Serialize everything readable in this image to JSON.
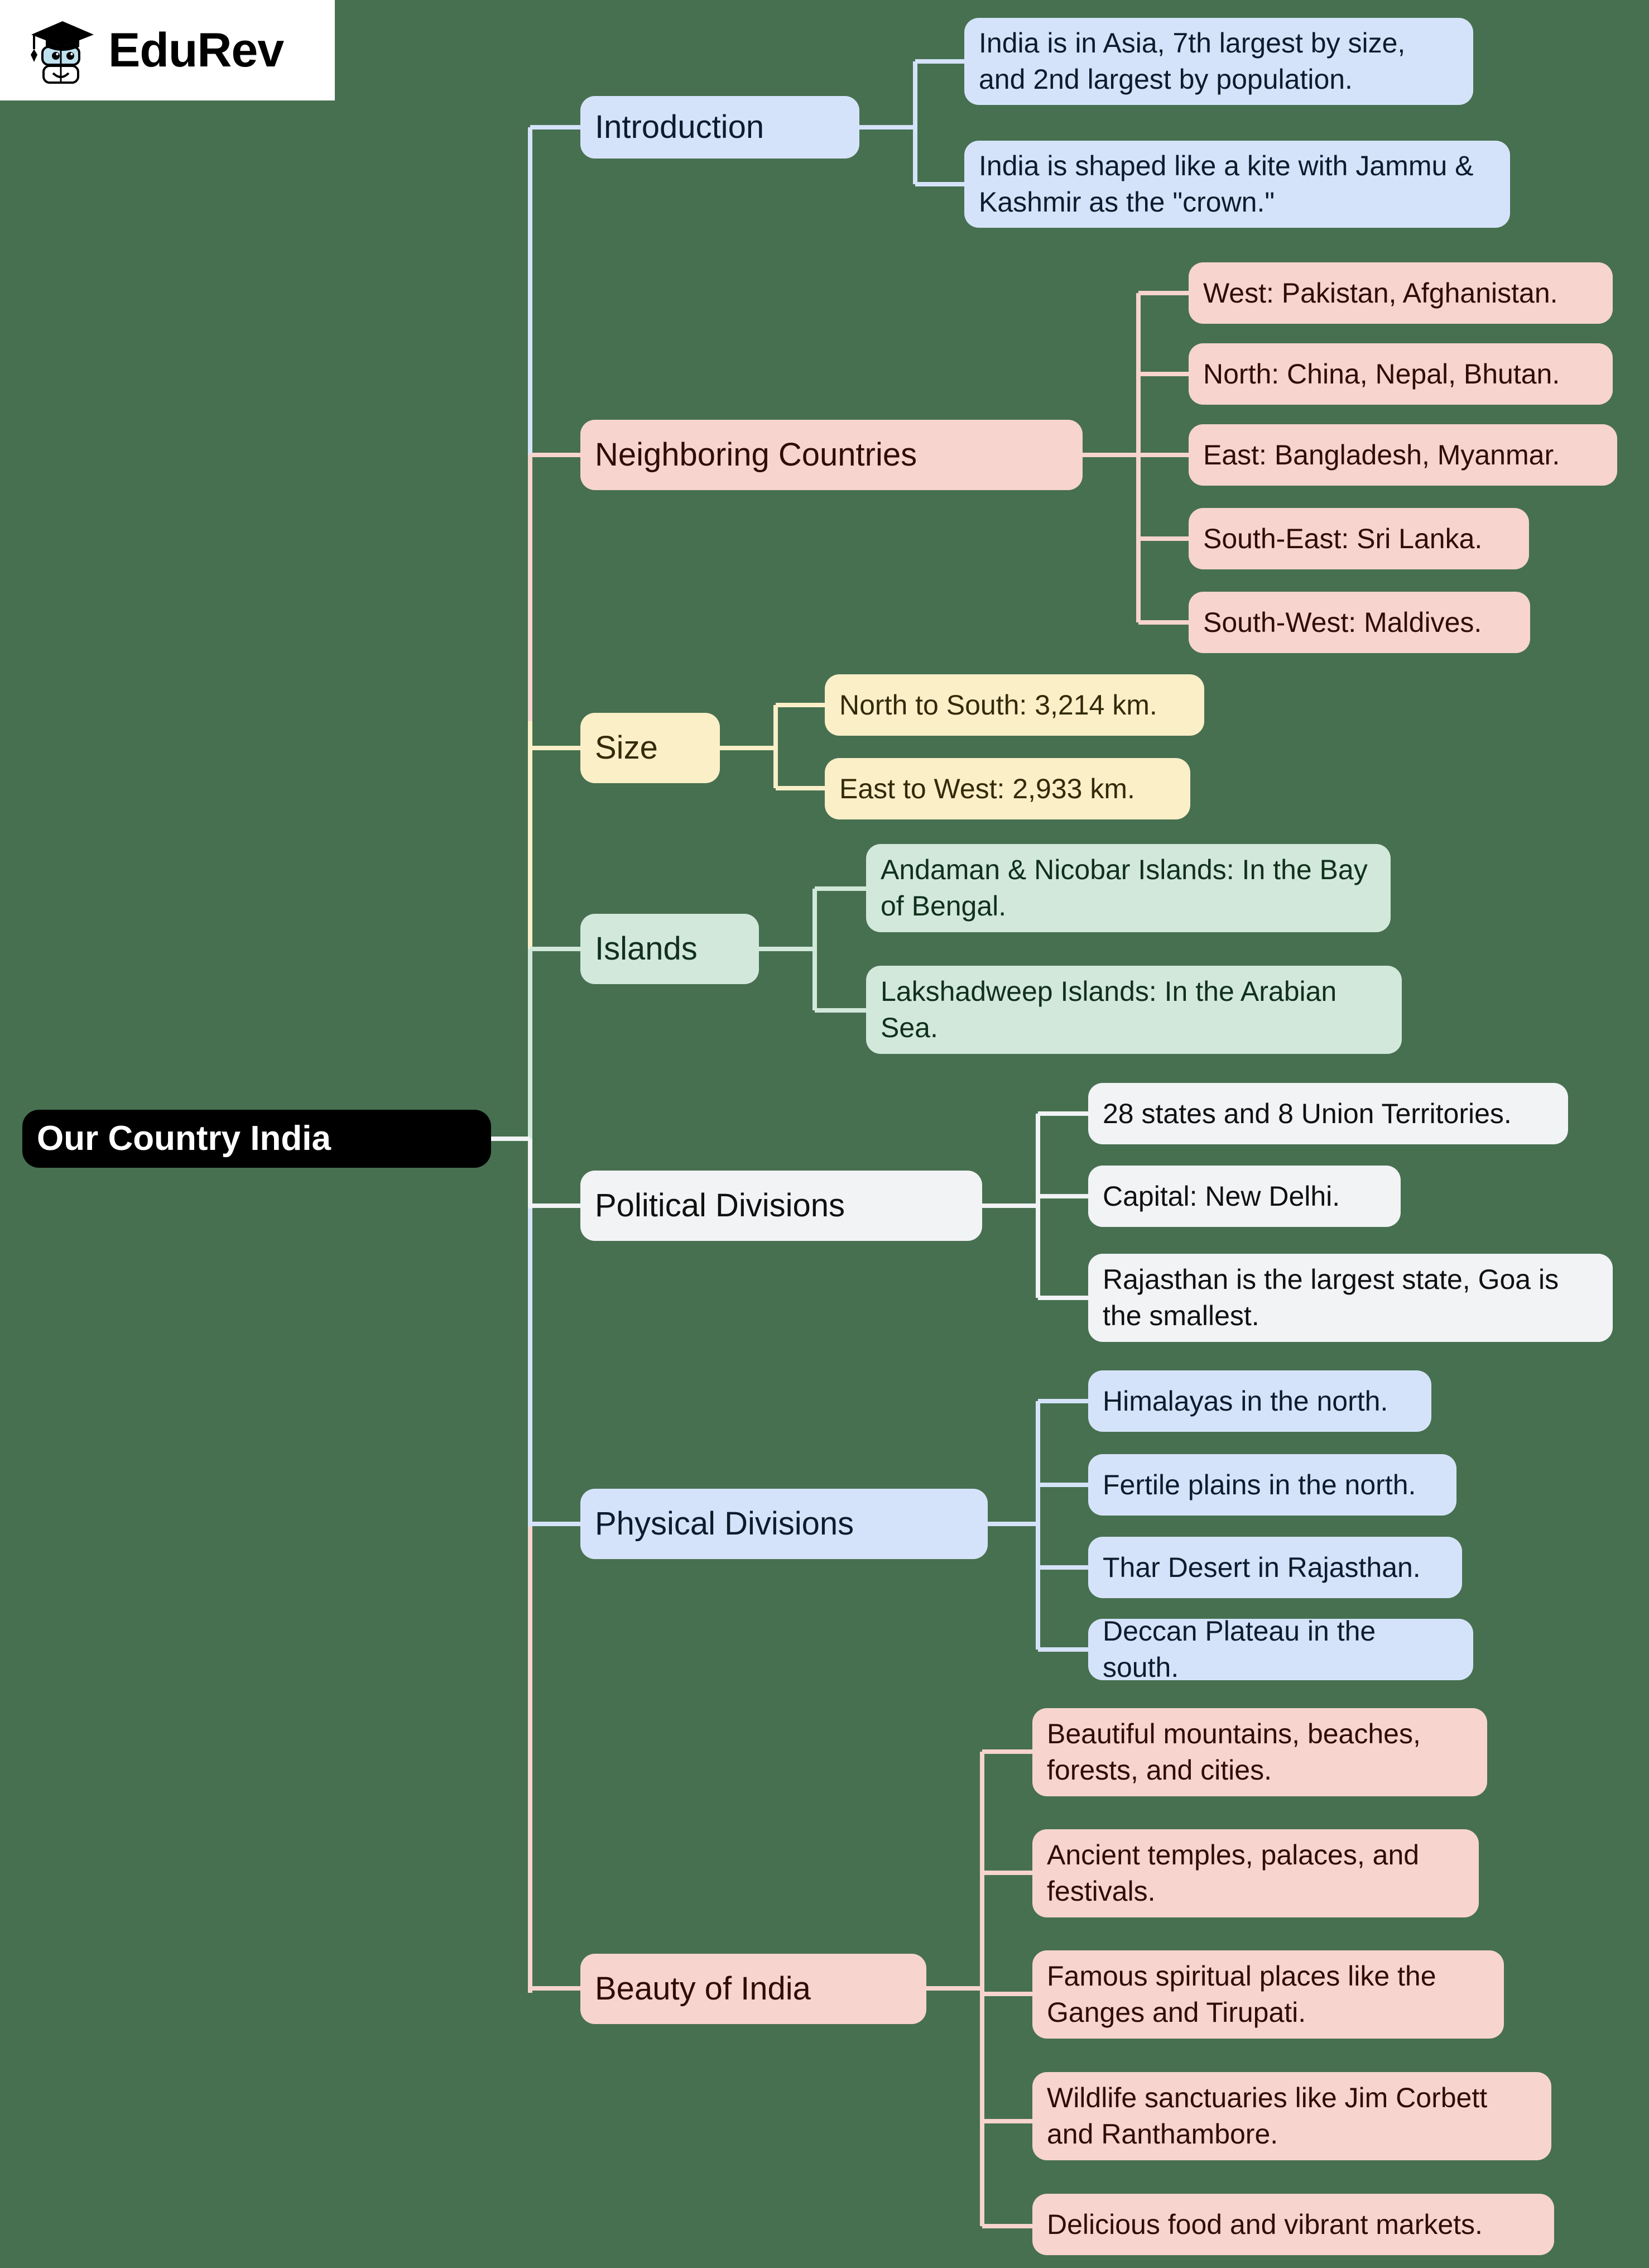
{
  "logo": {
    "brand": "EduRev",
    "mark": "graduation-cap-mascot"
  },
  "mindmap": {
    "root": {
      "label": "Our Country India",
      "bg": "#000000",
      "fg": "#ffffff"
    },
    "branches": [
      {
        "label": "Introduction",
        "color": "blue",
        "bg": "#d5e3fa",
        "fg": "#0d1b2e",
        "children": [
          "India is in Asia, 7th largest by size, and 2nd largest by population.",
          "India is shaped like a kite with Jammu & Kashmir as the \"crown.\""
        ]
      },
      {
        "label": "Neighboring Countries",
        "color": "pink",
        "bg": "#f7d4ce",
        "fg": "#2e0d08",
        "children": [
          "West: Pakistan, Afghanistan.",
          "North: China, Nepal, Bhutan.",
          "East: Bangladesh, Myanmar.",
          "South-East: Sri Lanka.",
          "South-West: Maldives."
        ]
      },
      {
        "label": "Size",
        "color": "yellow",
        "bg": "#fbefc8",
        "fg": "#332a08",
        "children": [
          "North to South: 3,214 km.",
          "East to West: 2,933 km."
        ]
      },
      {
        "label": "Islands",
        "color": "green",
        "bg": "#d1e8da",
        "fg": "#10301b",
        "children": [
          "Andaman & Nicobar Islands: In the Bay of Bengal.",
          "Lakshadweep Islands: In the Arabian Sea."
        ]
      },
      {
        "label": "Political Divisions",
        "color": "white",
        "bg": "#f1f3f5",
        "fg": "#101010",
        "children": [
          "28 states and 8 Union Territories.",
          "Capital: New Delhi.",
          "Rajasthan is the largest state, Goa is the smallest."
        ]
      },
      {
        "label": "Physical Divisions",
        "color": "blue",
        "bg": "#d5e3fa",
        "fg": "#0d1b2e",
        "children": [
          "Himalayas in the north.",
          "Fertile plains in the north.",
          "Thar Desert in Rajasthan.",
          "Deccan Plateau in the south."
        ]
      },
      {
        "label": "Beauty of India",
        "color": "pink",
        "bg": "#f7d4ce",
        "fg": "#2e0d08",
        "children": [
          "Beautiful mountains, beaches, forests, and cities.",
          "Ancient temples, palaces, and festivals.",
          "Famous spiritual places like the Ganges and Tirupati.",
          "Wildlife sanctuaries like Jim Corbett and Ranthambore.",
          "Delicious food and vibrant markets."
        ]
      }
    ]
  },
  "canvas": {
    "background": "#477050"
  }
}
